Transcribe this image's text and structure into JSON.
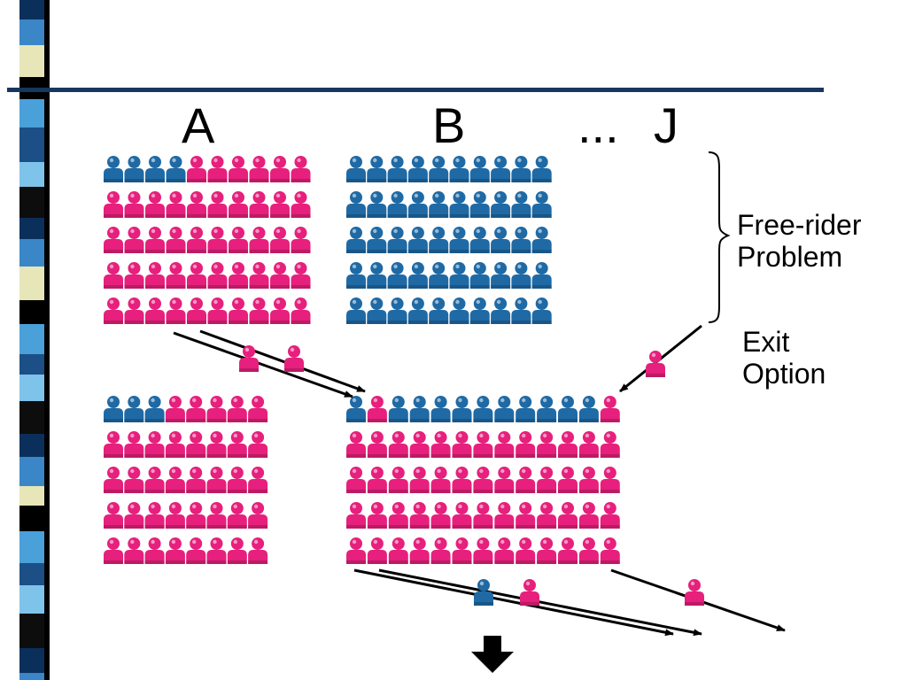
{
  "headers": {
    "a": "A",
    "b": "B",
    "ellipsis": "...",
    "j": "J"
  },
  "labels": {
    "free_rider_line1": "Free-rider",
    "free_rider_line2": "Problem",
    "exit_line1": "Exit",
    "exit_line2": "Option"
  },
  "colors": {
    "member": "#e6207c",
    "non_member": "#1f6aa5",
    "rule": "#17375e",
    "arrow": "#000000"
  },
  "groups": [
    {
      "name": "group-a-top",
      "cols": 10,
      "rows": 5,
      "non_members_first_row": 4
    },
    {
      "name": "group-b-top",
      "cols": 10,
      "rows": 5,
      "non_members_first_row": 10,
      "all_non_members": true
    },
    {
      "name": "group-a-bottom",
      "cols": 8,
      "rows": 5,
      "non_members_first_row": 3
    },
    {
      "name": "group-b-bottom",
      "cols": 13,
      "rows": 5,
      "first_row_pattern": "NMNNNNNNNNNNM"
    }
  ],
  "migrants": [
    {
      "name": "migrant-1",
      "type": "member"
    },
    {
      "name": "migrant-2",
      "type": "member"
    },
    {
      "name": "migrant-exit",
      "type": "member"
    },
    {
      "name": "migrant-bottom-1",
      "type": "non_member"
    },
    {
      "name": "migrant-bottom-2",
      "type": "member"
    },
    {
      "name": "migrant-bottom-3",
      "type": "member"
    }
  ],
  "icons": [
    "brace-icon",
    "down-arrow-icon"
  ]
}
